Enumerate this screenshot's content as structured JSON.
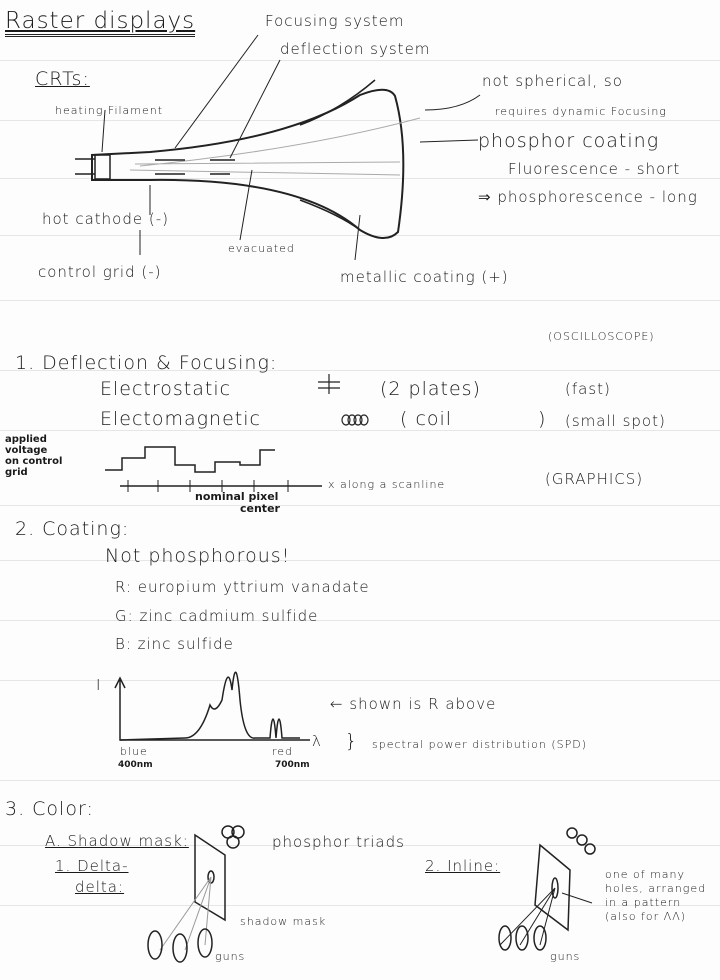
{
  "title": "Raster displays",
  "crt": {
    "heading": "CRTs:",
    "labels": {
      "focusing": "Focusing system",
      "deflection": "deflection system",
      "heating": "heating Filament",
      "not_spherical": "not spherical, so",
      "requires": "requires dynamic Focusing",
      "phosphor": "phosphor coating",
      "fluorescence": "Fluorescence - short",
      "phosphorescence": "⇒ phosphorescence - long",
      "cathode": "hot cathode (-)",
      "evacuated": "evacuated",
      "grid": "control grid (-)",
      "metallic": "metallic coating (+)"
    }
  },
  "section1": {
    "heading": "1. Deflection & Focusing:",
    "oscilloscope": "(OSCILLOSCOPE)",
    "graphics": "(GRAPHICS)",
    "electrostatic": "Electrostatic",
    "plates": "(2 plates)",
    "fast": "(fast)",
    "electromagnetic": "Electomagnetic",
    "coil": "( coil",
    "coil_close": ")",
    "small_spot": "(small spot)",
    "applied_voltage": [
      "applied",
      "voltage",
      "on control",
      "grid"
    ],
    "x_axis": "x along a scanline",
    "pixel_center": "nominal pixel",
    "pixel_center2": "center"
  },
  "section2": {
    "heading": "2. Coating:",
    "bullet": "Not phosphorous!",
    "r": "R:  europium yttrium vanadate",
    "g": "G:  zinc cadmium sulfide",
    "b": "B:  zinc sulfide",
    "y_label": "I",
    "x_label": "λ",
    "blue": "blue",
    "blue_nm": "400nm",
    "red": "red",
    "red_nm": "700nm",
    "shown": "←  shown is R above",
    "spd": "spectral power distribution (SPD)"
  },
  "section3": {
    "heading": "3. Color:",
    "shadow_mask": "A. Shadow mask:",
    "triads": "phosphor triads",
    "delta": "1. Delta-",
    "delta2": "delta:",
    "shadow_label": "shadow mask",
    "guns1": "guns",
    "inline": "2. Inline:",
    "note": [
      "one of many",
      "holes, arranged",
      "in a pattern",
      "(also for ΛΛ)"
    ],
    "guns2": "guns"
  }
}
